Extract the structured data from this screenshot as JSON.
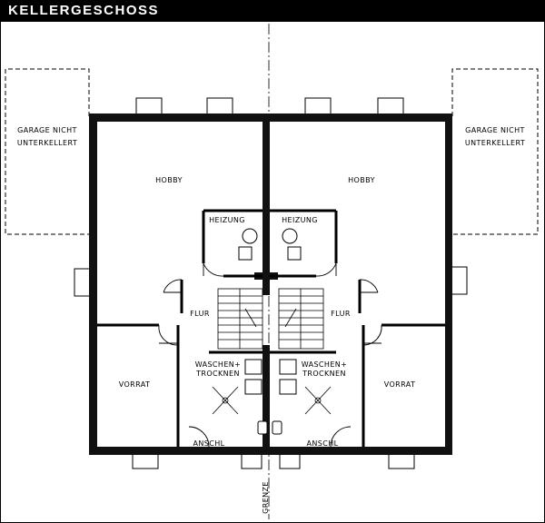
{
  "title": "KELLERGESCHOSS",
  "rooms": {
    "garage_left": [
      "GARAGE NICHT",
      "UNTERKELLERT"
    ],
    "garage_right": [
      "GARAGE NICHT",
      "UNTERKELLERT"
    ],
    "hobby": "HOBBY",
    "heizung": "HEIZUNG",
    "flur": "FLUR",
    "waschen": [
      "WASCHEN+",
      "TROCKNEN"
    ],
    "vorrat": "VORRAT",
    "anschl": "ANSCHL"
  },
  "boundary_label": "GRENZE"
}
